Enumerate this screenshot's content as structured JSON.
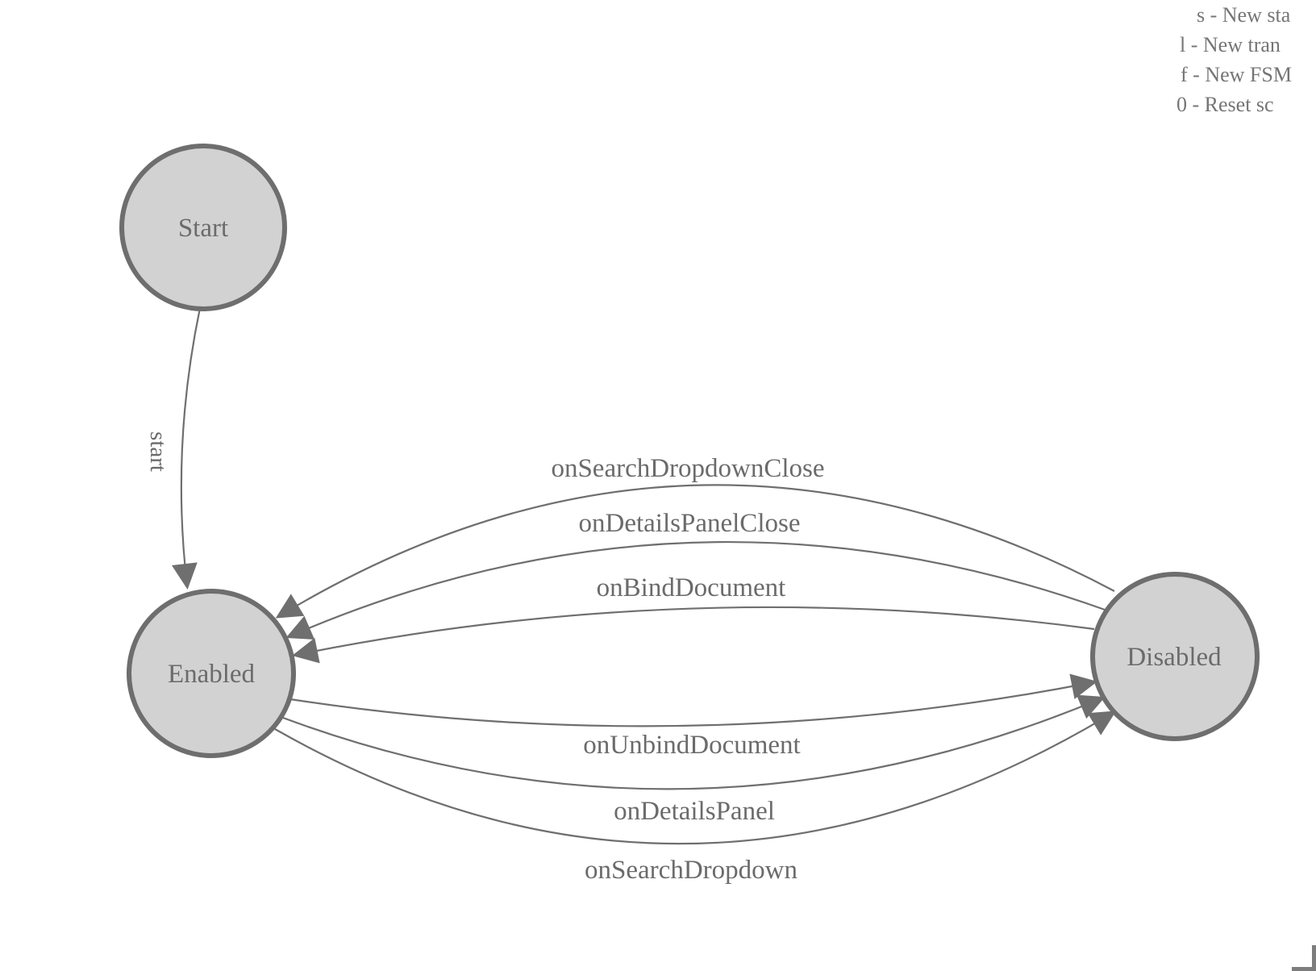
{
  "diagram": {
    "states": [
      {
        "name": "Start"
      },
      {
        "name": "Enabled"
      },
      {
        "name": "Disabled"
      }
    ],
    "transitions": [
      {
        "label": "start",
        "from": "Start",
        "to": "Enabled"
      },
      {
        "label": "onSearchDropdownClose",
        "from": "Disabled",
        "to": "Enabled"
      },
      {
        "label": "onDetailsPanelClose",
        "from": "Disabled",
        "to": "Enabled"
      },
      {
        "label": "onBindDocument",
        "from": "Disabled",
        "to": "Enabled"
      },
      {
        "label": "onUnbindDocument",
        "from": "Enabled",
        "to": "Disabled"
      },
      {
        "label": "onDetailsPanel",
        "from": "Enabled",
        "to": "Disabled"
      },
      {
        "label": "onSearchDropdown",
        "from": "Enabled",
        "to": "Disabled"
      }
    ],
    "colors": {
      "state_fill": "#d2d2d2",
      "state_stroke": "#6e6e6e",
      "edge_stroke": "#6f6f6f",
      "label_text": "#6b6b6b",
      "hint_text": "#757575"
    },
    "icons": {
      "arrowhead": "filled-triangle"
    }
  },
  "hints": {
    "lines": [
      "s - New sta",
      "l - New tran",
      "f - New FSM",
      "0 - Reset sc"
    ]
  }
}
